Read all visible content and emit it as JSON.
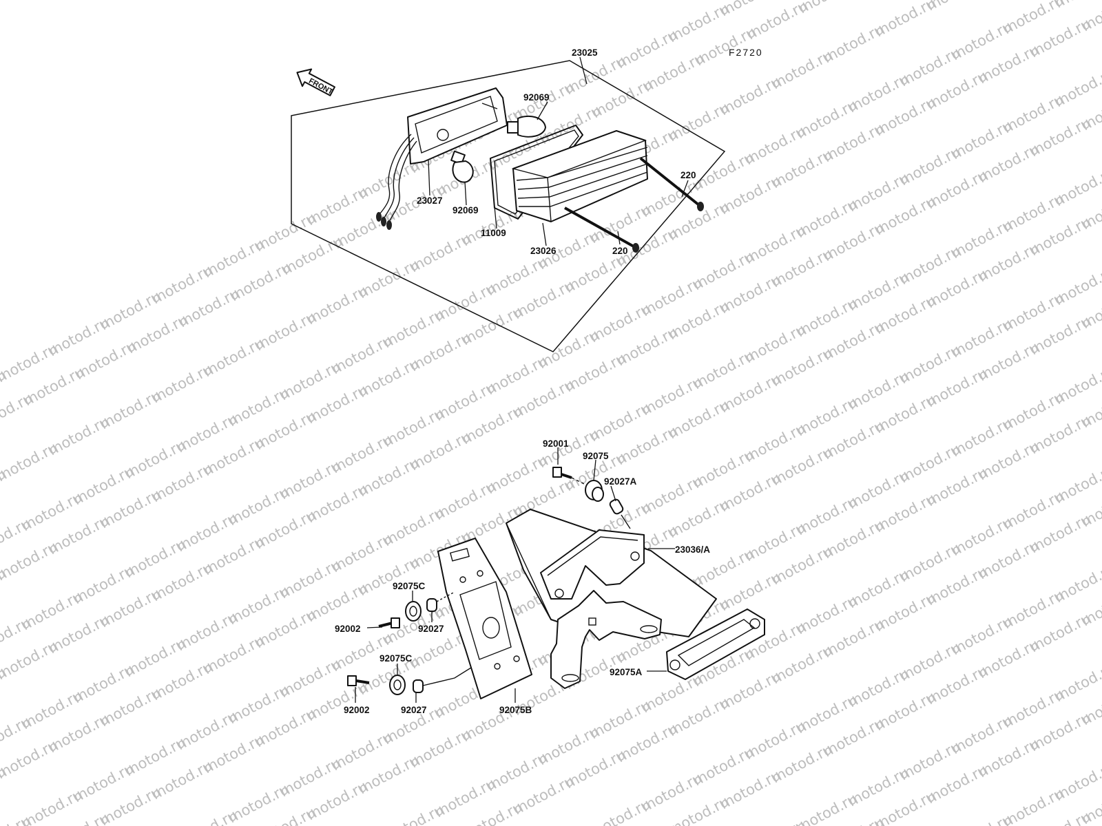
{
  "watermark": {
    "text": "motod.ru"
  },
  "figure_code": "F2720",
  "front_arrow": {
    "text": "FRONT",
    "icon": "front-direction-arrow"
  },
  "upper_assembly": {
    "assembly_label": "23025",
    "parts": {
      "housing": "23027",
      "bulb_top": "92069",
      "bulb_bottom": "92069",
      "gasket": "11009",
      "lens": "23026",
      "screw_upper": "220",
      "screw_lower": "220"
    }
  },
  "lower_assembly": {
    "parts": {
      "bolt_top": "92001",
      "damper_top": "92075",
      "collar_top": "92027A",
      "license_lamp": "23036/A",
      "damper_upper_left": "92075C",
      "collar_upper_left": "92027",
      "bolt_upper_left": "92002",
      "damper_lower_left": "92075C",
      "bolt_lower_left": "92002",
      "collar_lower_left": "92027",
      "plate_bracket": "92075B",
      "lens_cover": "92075A"
    }
  }
}
